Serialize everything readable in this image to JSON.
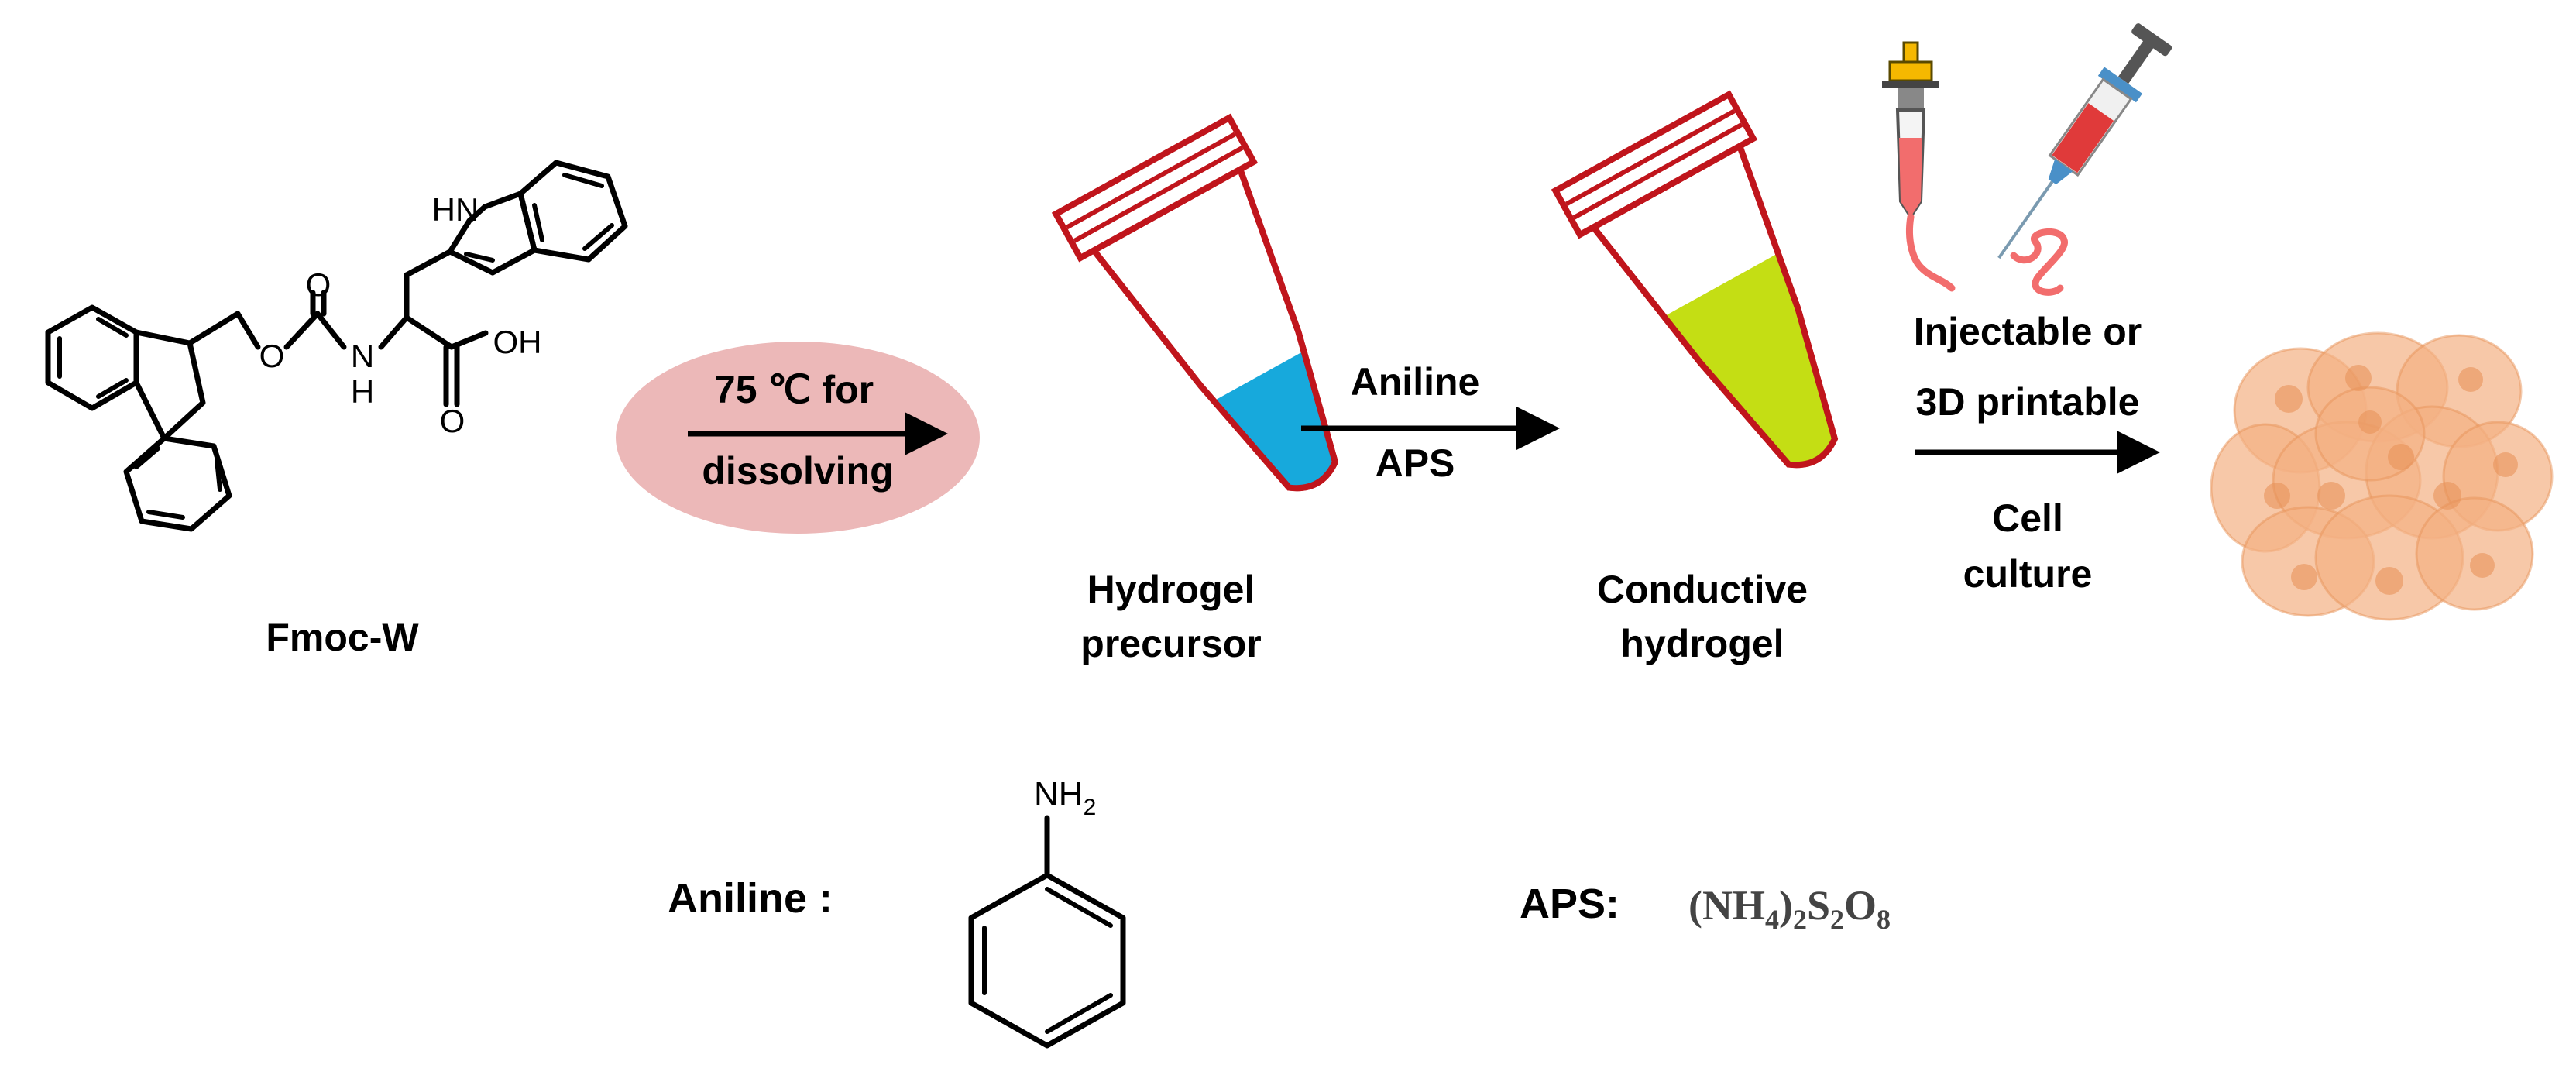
{
  "molecules": {
    "fmoc_w": {
      "name": "Fmoc-W",
      "atoms": {
        "indole_nh": "HN",
        "carbonyl_o": "O",
        "ester_o": "O",
        "amide_n": "N",
        "amide_h": "H",
        "acid_oh": "OH",
        "acid_o": "O"
      }
    },
    "aniline": {
      "group": "NH",
      "group_sub": "2"
    }
  },
  "step1": {
    "line1": "75 ℃ for",
    "line2": "dissolving"
  },
  "tubes": {
    "precursor": {
      "line1": "Hydrogel",
      "line2": "precursor",
      "fill_color": "#17a9dc"
    },
    "conductive": {
      "line1": "Conductive",
      "line2": "hydrogel",
      "fill_color": "#c4de14"
    },
    "outline_color": "#c0151c"
  },
  "step2": {
    "top": "Aniline",
    "bottom": "APS"
  },
  "step3": {
    "line1": "Injectable or",
    "line2": "3D printable",
    "line3": "Cell",
    "line4": "culture"
  },
  "legend": {
    "aniline_label": "Aniline :",
    "aps_label": "APS:",
    "aps_formula": {
      "open": "(NH",
      "s1": "4",
      "close": ")",
      "s2": "2",
      "s": "S",
      "s3": "2",
      "o": "O",
      "s4": "8"
    }
  },
  "colors": {
    "cell_fill": "#f4b183",
    "oval_fill": "#ecb8b8",
    "liquid_red": "#f26d6d"
  }
}
